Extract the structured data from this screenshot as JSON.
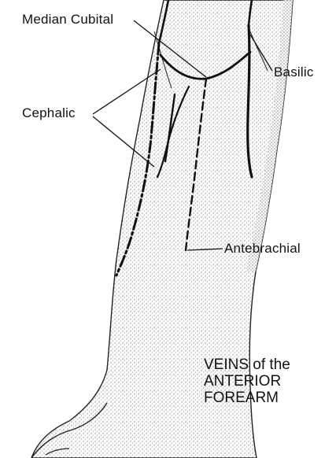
{
  "labels": {
    "median_cubital": "Median Cubital",
    "basilic": "Basilic",
    "cephalic": "Cephalic",
    "antebrachial": "Antebrachial"
  },
  "title": {
    "line1": "VEINS of the",
    "line2": "ANTERIOR",
    "line3": "FOREARM"
  },
  "colors": {
    "ink": "#111111",
    "skin_stipple": "#9a9a9a",
    "background": "#ffffff"
  }
}
